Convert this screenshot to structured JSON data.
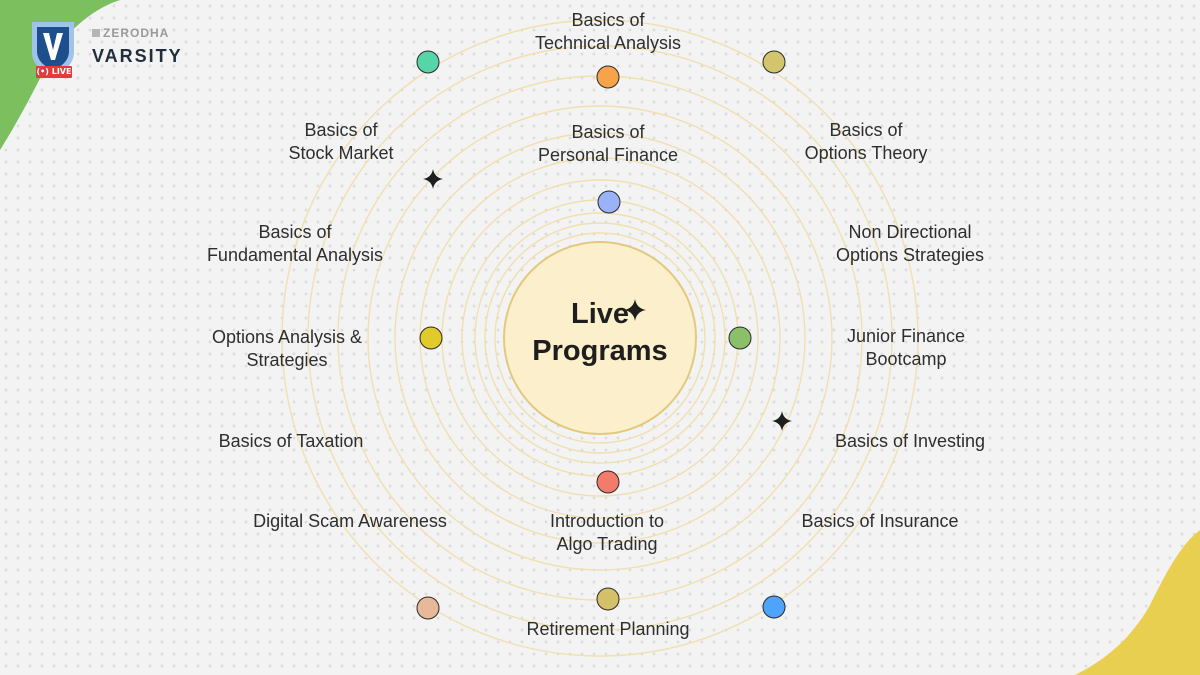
{
  "brand": {
    "parent": "ZERODHA",
    "name": "VARSITY",
    "live_badge": "LIVE"
  },
  "center": {
    "line1": "Live",
    "line2": "Programs"
  },
  "programs": [
    {
      "line1": "Basics of",
      "line2": "Technical Analysis"
    },
    {
      "line1": "Basics of",
      "line2": "Personal Finance"
    },
    {
      "line1": "Basics of",
      "line2": "Stock Market"
    },
    {
      "line1": "Basics of",
      "line2": "Options Theory"
    },
    {
      "line1": "Basics of",
      "line2": "Fundamental Analysis"
    },
    {
      "line1": "Non Directional",
      "line2": "Options Strategies"
    },
    {
      "line1": "Options Analysis &",
      "line2": "Strategies"
    },
    {
      "line1": "Junior Finance",
      "line2": "Bootcamp"
    },
    {
      "line1": "Basics of Taxation",
      "line2": ""
    },
    {
      "line1": "Basics of Investing",
      "line2": ""
    },
    {
      "line1": "Digital Scam Awareness",
      "line2": ""
    },
    {
      "line1": "Introduction to",
      "line2": "Algo Trading"
    },
    {
      "line1": "Basics of Insurance",
      "line2": ""
    },
    {
      "line1": "Retirement Planning",
      "line2": ""
    }
  ],
  "colors": {
    "center_fill": "#fcf0cc",
    "center_stroke": "#e3c97e",
    "orbit": "#f1dfb0",
    "blob_green": "#7cbf5f",
    "blob_yellow": "#e9cf4f",
    "dots": [
      "#f7a34a",
      "#d2c56e",
      "#56d6a8",
      "#9ab2f7",
      "#e1ca2c",
      "#8cbf6a",
      "#f37b6b",
      "#d3c069",
      "#e7b89a",
      "#4ea4fa"
    ]
  }
}
